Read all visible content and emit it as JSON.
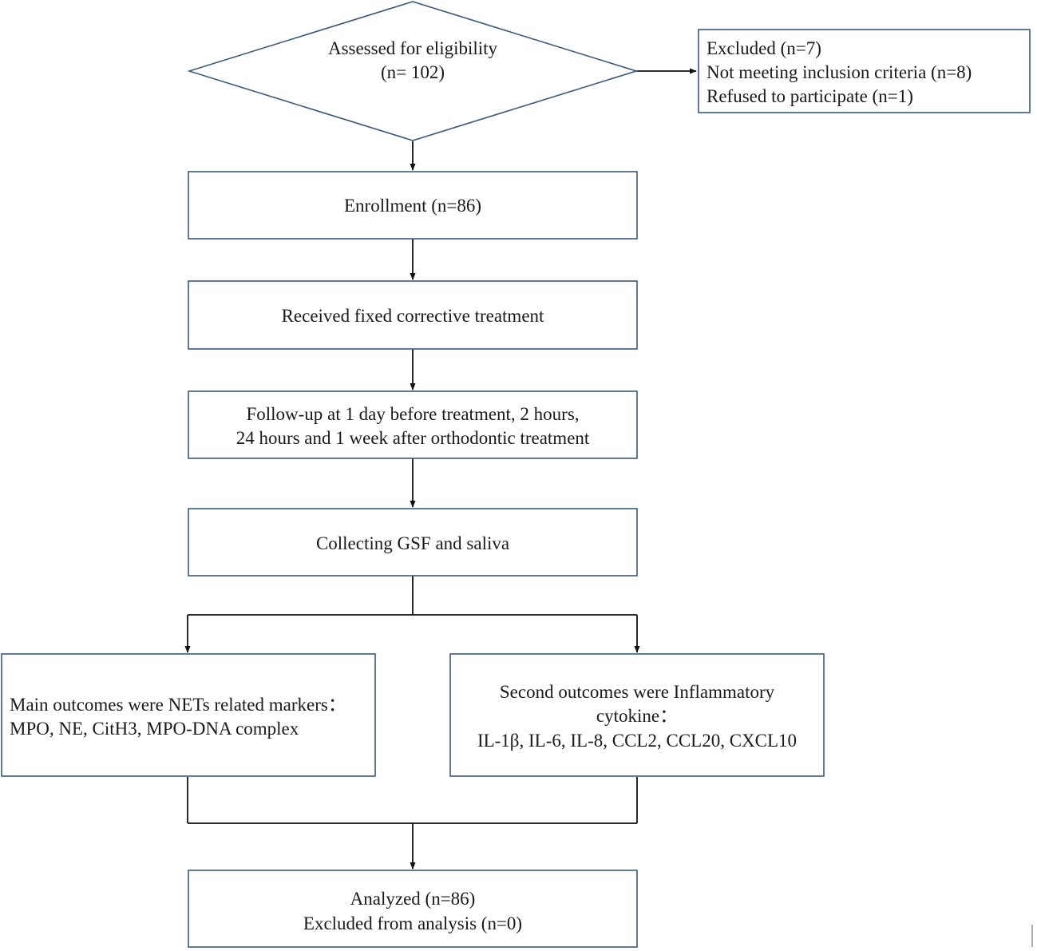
{
  "diagram": {
    "eligibility": {
      "line1": "Assessed for eligibility",
      "line2": "(n= 102)"
    },
    "excluded": {
      "line1": "Excluded (n=7)",
      "line2": "Not meeting inclusion criteria (n=8)",
      "line3": "Refused to participate (n=1)"
    },
    "enrollment": "Enrollment (n=86)",
    "treatment": "Received fixed corrective treatment",
    "followup": {
      "line1": "Follow-up at 1 day before treatment, 2 hours,",
      "line2": "24 hours and 1 week after orthodontic treatment"
    },
    "collecting": "Collecting GSF and saliva",
    "main_outcomes": {
      "line1": "Main outcomes were NETs related markers：",
      "line2": "MPO, NE, CitH3, MPO-DNA complex"
    },
    "second_outcomes": {
      "line1": "Second outcomes were Inflammatory",
      "line2": "cytokine：",
      "line3": "IL-1β, IL-6, IL-8, CCL2, CCL20, CXCL10"
    },
    "analyzed": {
      "line1": "Analyzed (n=86)",
      "line2": "Excluded from analysis (n=0)"
    }
  }
}
